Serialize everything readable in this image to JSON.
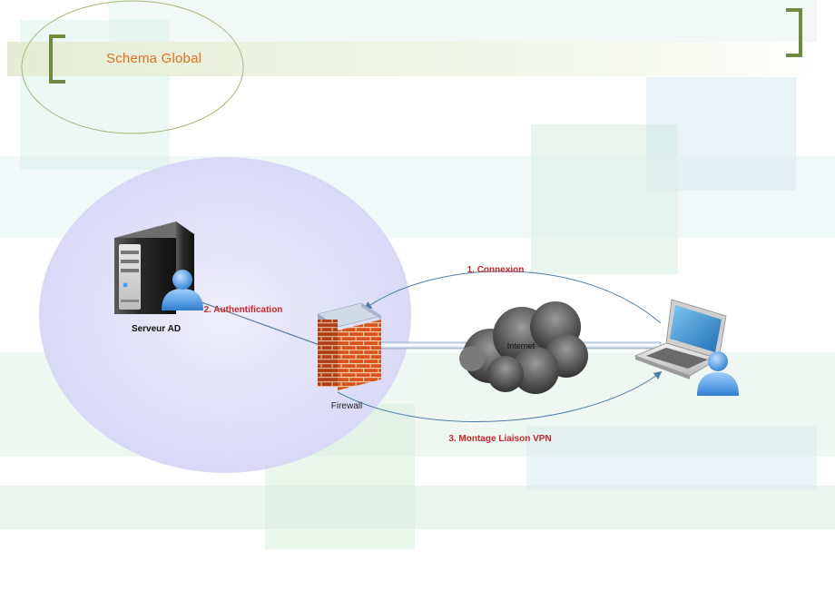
{
  "header": {
    "title": "Schema Global"
  },
  "nodes": {
    "server": {
      "label": "Serveur AD"
    },
    "firewall": {
      "label": "Firewall"
    },
    "internet": {
      "label": "Internet"
    }
  },
  "links": {
    "connexion": {
      "label": "1. Connexion"
    },
    "authentification": {
      "label": "2. Authentification"
    },
    "vpn": {
      "label": "3. Montage Liaison VPN"
    }
  },
  "colors": {
    "title": "#e0701c",
    "bracket": "#6f8a3e",
    "step_label": "#c8282a",
    "zone_fill": "#dcdcf7"
  }
}
